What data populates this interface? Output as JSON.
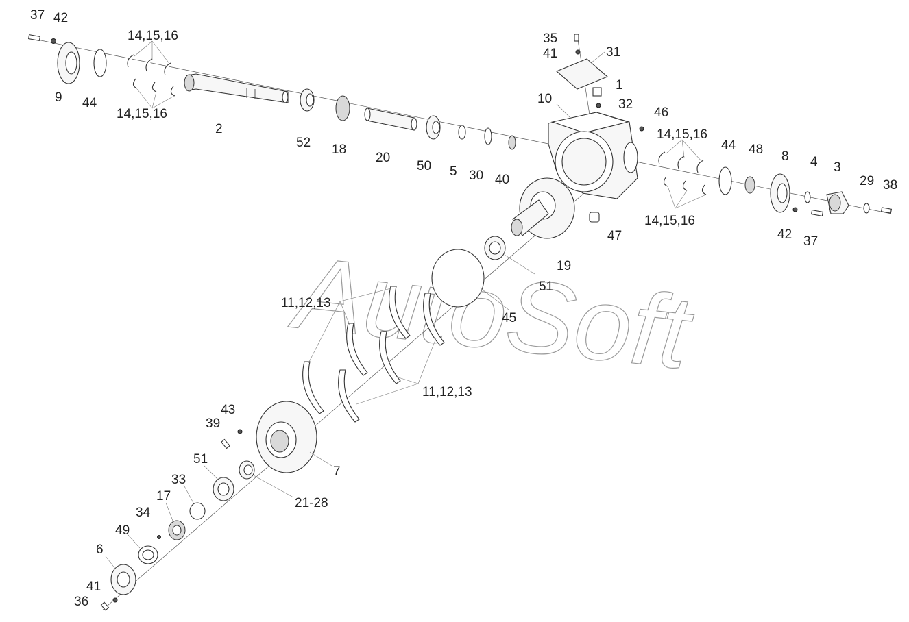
{
  "watermark": "AutoSoft",
  "labels": [
    {
      "id": "37-top",
      "text": "37"
    },
    {
      "id": "42-top",
      "text": "42"
    },
    {
      "id": "14-top-a",
      "text": "14,15,16"
    },
    {
      "id": "9",
      "text": "9"
    },
    {
      "id": "44-left",
      "text": "44"
    },
    {
      "id": "14-top-b",
      "text": "14,15,16"
    },
    {
      "id": "2",
      "text": "2"
    },
    {
      "id": "52",
      "text": "52"
    },
    {
      "id": "18",
      "text": "18"
    },
    {
      "id": "20",
      "text": "20"
    },
    {
      "id": "50",
      "text": "50"
    },
    {
      "id": "5",
      "text": "5"
    },
    {
      "id": "30",
      "text": "30"
    },
    {
      "id": "40",
      "text": "40"
    },
    {
      "id": "35",
      "text": "35"
    },
    {
      "id": "41-top",
      "text": "41"
    },
    {
      "id": "31",
      "text": "31"
    },
    {
      "id": "1",
      "text": "1"
    },
    {
      "id": "32",
      "text": "32"
    },
    {
      "id": "10",
      "text": "10"
    },
    {
      "id": "46",
      "text": "46"
    },
    {
      "id": "14-right-a",
      "text": "14,15,16"
    },
    {
      "id": "44-right",
      "text": "44"
    },
    {
      "id": "48",
      "text": "48"
    },
    {
      "id": "8",
      "text": "8"
    },
    {
      "id": "4",
      "text": "4"
    },
    {
      "id": "3",
      "text": "3"
    },
    {
      "id": "29",
      "text": "29"
    },
    {
      "id": "38",
      "text": "38"
    },
    {
      "id": "14-right-b",
      "text": "14,15,16"
    },
    {
      "id": "42-right",
      "text": "42"
    },
    {
      "id": "37-right",
      "text": "37"
    },
    {
      "id": "47",
      "text": "47"
    },
    {
      "id": "19",
      "text": "19"
    },
    {
      "id": "51-upper",
      "text": "51"
    },
    {
      "id": "45",
      "text": "45"
    },
    {
      "id": "11-a",
      "text": "11,12,13"
    },
    {
      "id": "11-b",
      "text": "11,12,13"
    },
    {
      "id": "43",
      "text": "43"
    },
    {
      "id": "39",
      "text": "39"
    },
    {
      "id": "7",
      "text": "7"
    },
    {
      "id": "51-lower",
      "text": "51"
    },
    {
      "id": "21-28",
      "text": "21-28"
    },
    {
      "id": "33",
      "text": "33"
    },
    {
      "id": "17",
      "text": "17"
    },
    {
      "id": "34",
      "text": "34"
    },
    {
      "id": "49",
      "text": "49"
    },
    {
      "id": "6",
      "text": "6"
    },
    {
      "id": "41-bottom",
      "text": "41"
    },
    {
      "id": "36",
      "text": "36"
    }
  ]
}
